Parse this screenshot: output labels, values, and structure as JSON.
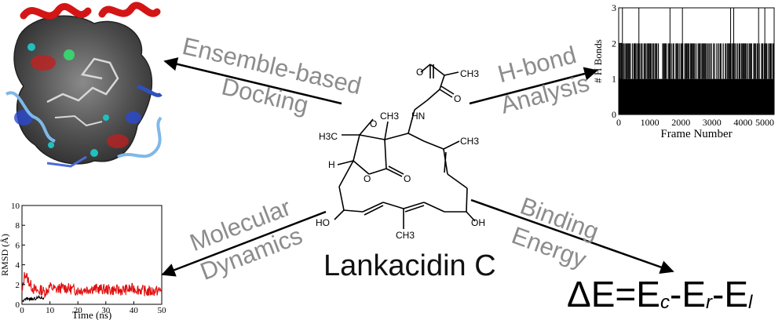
{
  "molecule_name": "Lankacidin C",
  "arrows": {
    "docking": {
      "line1": "Ensemble-based",
      "line2": "Docking"
    },
    "hbond": {
      "line1": "H-bond",
      "line2": "Analysis"
    },
    "md": {
      "line1": "Molecular",
      "line2": "Dynamics"
    },
    "binding": {
      "line1": "Binding",
      "line2": "Energy"
    }
  },
  "equation": {
    "lhs": "ΔE",
    "eq": "=",
    "t1": "E",
    "s1": "c",
    "m1": "-",
    "t2": "E",
    "s2": "r",
    "m2": "-",
    "t3": "E",
    "s3": "l"
  },
  "atoms": {
    "o": "O",
    "hn": "HN",
    "h3c": "H3C",
    "h": "H",
    "ch3": "CH3",
    "ho": "HO",
    "oh": "OH"
  },
  "colors": {
    "accent_red": "#e01010",
    "label_gray": "#8c8c8c",
    "surface_gray": "#5a5a5a"
  },
  "chart_data": [
    {
      "type": "bar",
      "xlabel": "Frame Number",
      "ylabel": "# H Bonds",
      "xlim": [
        0,
        5000
      ],
      "ylim": [
        0,
        3
      ],
      "xticks": [
        0,
        1000,
        2000,
        3000,
        4000,
        5000
      ],
      "xtick_labels": [
        "0",
        "1000",
        "2000",
        "3000",
        "4000",
        "5000"
      ],
      "yticks": [
        0,
        1,
        2,
        3
      ],
      "series": [
        {
          "values_segments": [
            {
              "x": [
                0,
                120
              ],
              "y": 2
            },
            {
              "x": 120,
              "y": 3
            },
            {
              "x": [
                120,
                500
              ],
              "y": 2
            },
            {
              "x": 650,
              "y": 3
            },
            {
              "x": [
                500,
                1500
              ],
              "y": 2
            },
            {
              "x": 1650,
              "y": 3
            },
            {
              "x": [
                1500,
                2300
              ],
              "y": 2
            },
            {
              "x": 2050,
              "y": 3
            },
            {
              "x": [
                2300,
                3500
              ],
              "y": 2
            },
            {
              "x": 3600,
              "y": 3
            },
            {
              "x": 3700,
              "y": 3
            },
            {
              "x": [
                3500,
                4400
              ],
              "y": 2
            },
            {
              "x": 4500,
              "y": 3
            },
            {
              "x": 4700,
              "y": 3
            },
            {
              "x": [
                4400,
                5000
              ],
              "y": 2
            }
          ]
        }
      ]
    },
    {
      "type": "line",
      "xlabel": "Time (ns)",
      "ylabel": "RMSD (Å)",
      "xlim": [
        0,
        50
      ],
      "ylim": [
        0,
        10
      ],
      "xticks": [
        0,
        10,
        20,
        30,
        40,
        50
      ],
      "yticks": [
        0,
        2,
        4,
        6,
        8,
        10
      ],
      "series": [
        {
          "color": "#e01010",
          "x": [
            0,
            1,
            2,
            3,
            4,
            5,
            6,
            7,
            8,
            9,
            10,
            12,
            15,
            20,
            25,
            30,
            35,
            40,
            45,
            50
          ],
          "y": [
            1.0,
            3.2,
            2.6,
            2.0,
            1.6,
            1.4,
            1.3,
            1.5,
            1.2,
            1.4,
            1.8,
            1.5,
            1.7,
            1.4,
            1.6,
            1.5,
            1.4,
            1.6,
            1.3,
            1.4
          ]
        },
        {
          "color": "#000000",
          "x": [
            0,
            2,
            4,
            6,
            8
          ],
          "y": [
            0.3,
            0.6,
            0.5,
            0.7,
            0.6
          ]
        }
      ]
    }
  ]
}
